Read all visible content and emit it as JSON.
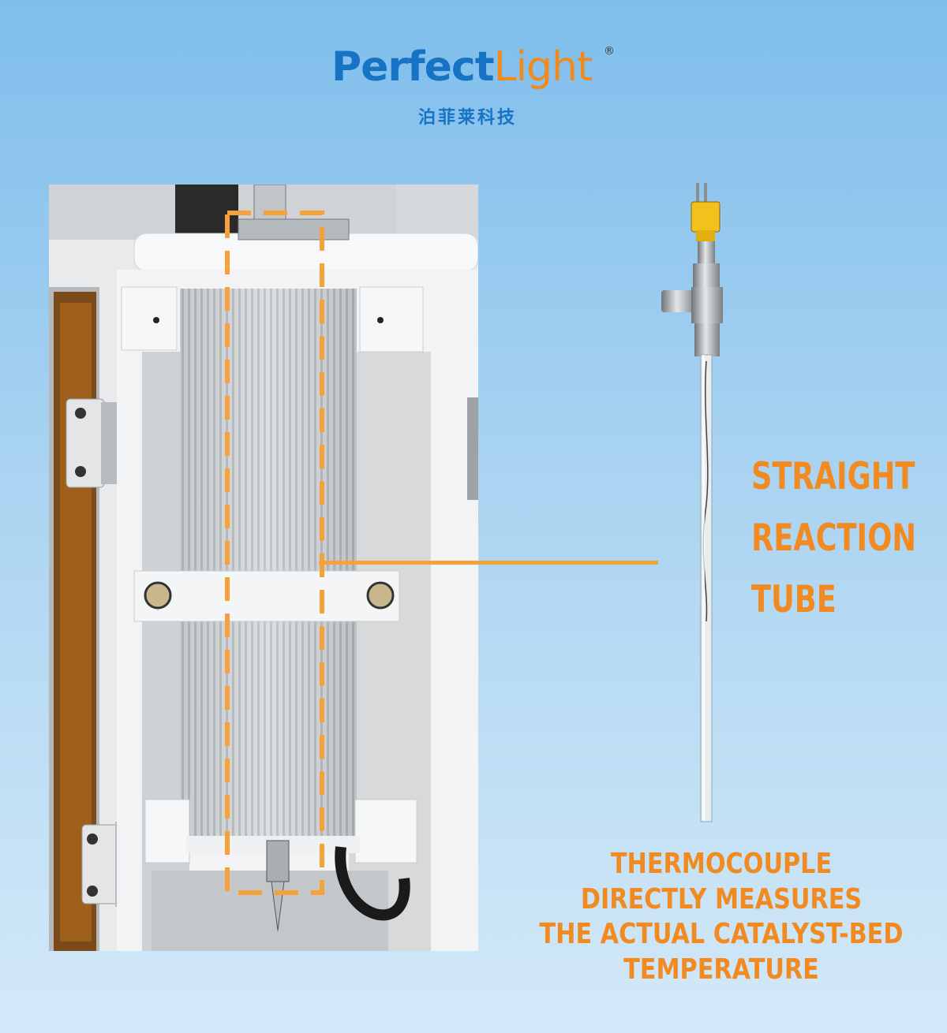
{
  "logo": {
    "word_part1": "Perfect",
    "word_part2": "Light",
    "registered": "®",
    "chinese": "泊菲莱科技"
  },
  "labels": {
    "tube": [
      "STRAIGHT",
      "REACTION",
      "TUBE"
    ],
    "thermocouple": [
      "THERMOCOUPLE",
      "DIRECTLY MEASURES",
      "THE ACTUAL CATALYST-BED",
      "TEMPERATURE"
    ]
  },
  "colors": {
    "accent_orange": "#f28a22",
    "brand_blue": "#1773c4"
  }
}
